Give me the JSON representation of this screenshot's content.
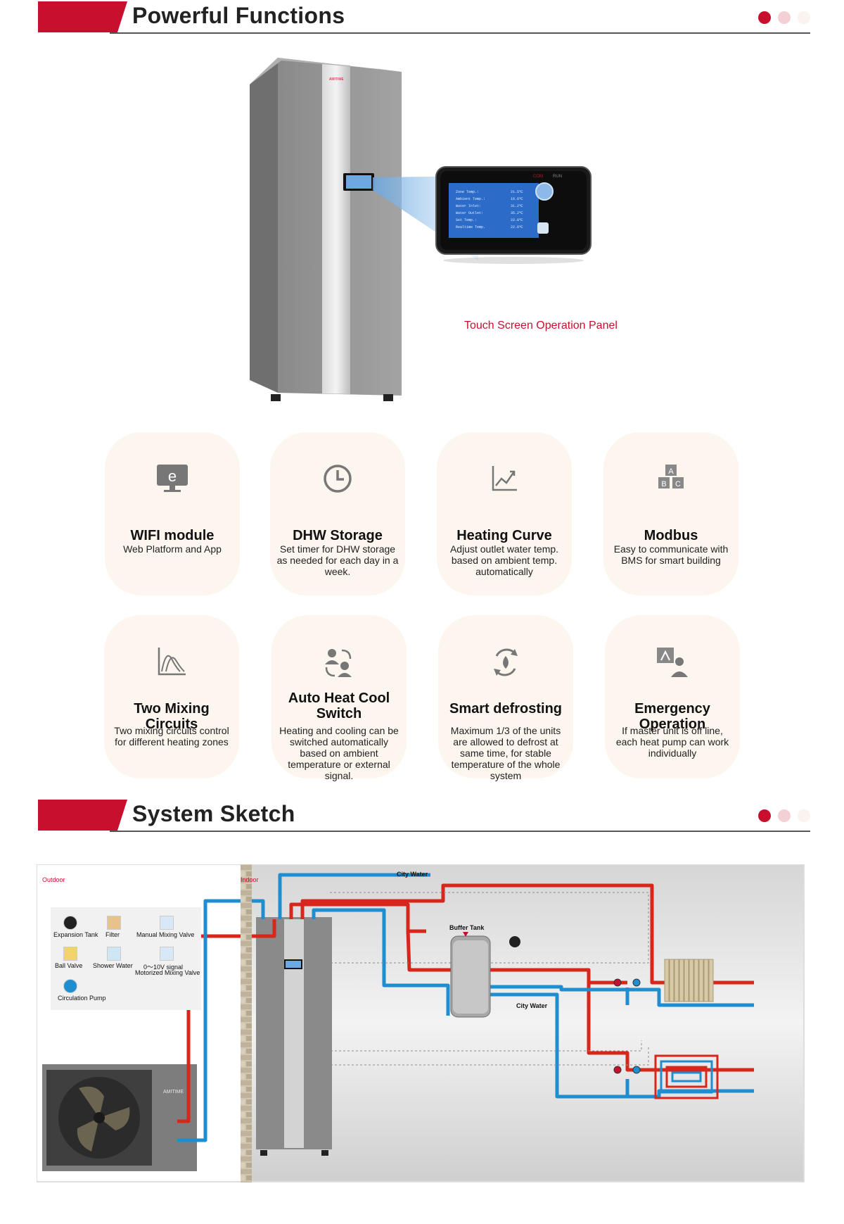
{
  "sections": {
    "functions_title": "Powerful Functions",
    "sketch_title": "System Sketch"
  },
  "colors": {
    "accent": "#c8102e",
    "dot_inactive": "#f2d0d6",
    "dot_faint": "#fbf3ee",
    "card_bg": "#fdf6ee"
  },
  "panel": {
    "caption": "Touch Screen Operation Panel",
    "com": "COM",
    "run": "RUN",
    "rows": [
      {
        "label": "Zone Temp.:",
        "value": "21.5℃"
      },
      {
        "label": "Ambient Temp.:",
        "value": "16.6℃"
      },
      {
        "label": "Water Inlet:",
        "value": "31.2℃"
      },
      {
        "label": "Water Outlet:",
        "value": "35.2℃"
      },
      {
        "label": "Set Temp.:",
        "value": "22.0℃"
      },
      {
        "label": "Realtime Temp.",
        "value": "22.6℃"
      }
    ]
  },
  "features": [
    {
      "title": "WIFI module",
      "desc": "Web Platform and App",
      "icon": "wifi-monitor-icon"
    },
    {
      "title": "DHW Storage",
      "desc": "Set timer for DHW storage as needed for each day in a week.",
      "icon": "clock-icon"
    },
    {
      "title": "Heating Curve",
      "desc": "Adjust outlet water temp. based on ambient temp. automatically",
      "icon": "chart-curve-icon"
    },
    {
      "title": "Modbus",
      "desc": "Easy to communicate with BMS for smart building",
      "icon": "abc-blocks-icon"
    },
    {
      "title": "Two Mixing Circuits",
      "desc": "Two mixing circuits control for different heating zones",
      "icon": "mixing-curve-icon"
    },
    {
      "title": "Auto Heat Cool Switch",
      "desc": "Heating and cooling can be switched automatically based on ambient temperature or external signal.",
      "icon": "user-switch-icon"
    },
    {
      "title": "Smart defrosting",
      "desc": "Maximum 1/3 of the units are allowed to defrost at same time, for stable temperature of the whole system",
      "icon": "defrost-cycle-icon"
    },
    {
      "title": "Emergency Operation",
      "desc": "If master unit is off line, each heat pump can work individually",
      "icon": "emergency-person-icon"
    }
  ],
  "sketch": {
    "outdoor": "Outdoor",
    "indoor": "Indoor",
    "city_water_top": "City Water",
    "city_water_tank": "City Water",
    "buffer_tank": "Buffer Tank",
    "legend": {
      "expansion_tank": "Expansion Tank",
      "filter": "Filter",
      "manual_mixing_valve": "Manual Mixing Valve",
      "ball_valve": "Ball Valve",
      "shower_water": "Shower Water",
      "motorized_line1": "0～10V signal",
      "motorized_line2": "Motorized Mixing Valve",
      "circulation_pump": "Circulation Pump"
    },
    "brand": "AMITIME"
  }
}
